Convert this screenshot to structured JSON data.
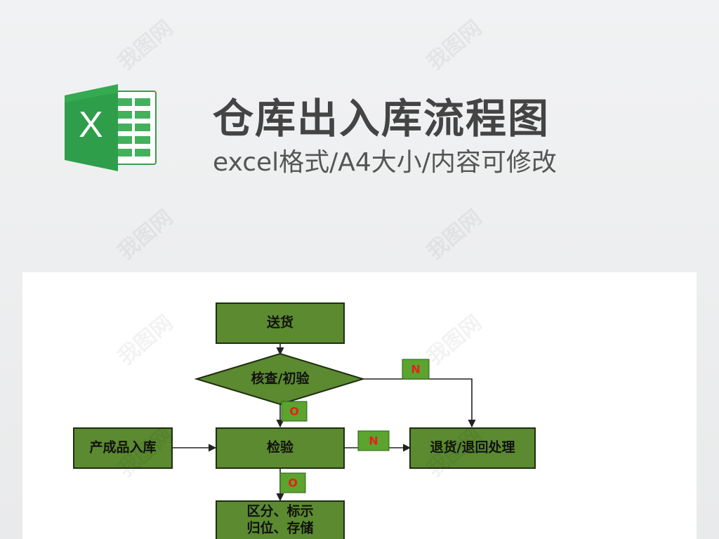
{
  "header": {
    "title": "仓库出入库流程图",
    "subtitle": "excel格式/A4大小/内容可修改",
    "logo_letter": "X",
    "logo_icon": "excel-icon"
  },
  "diagram": {
    "nodes": {
      "delivery": "送货",
      "check": "核查/初验",
      "inspect": "检验",
      "finished_goods": "产成品入库",
      "return": "退货/退回处理",
      "sort_line1": "区分、标示",
      "sort_line2": "归位、存储"
    },
    "tags": {
      "check_no": "N",
      "check_ok": "O",
      "inspect_no": "N",
      "inspect_ok": "O"
    }
  },
  "watermark": {
    "text": "我图网"
  },
  "colors": {
    "node_fill": "#5b8a30",
    "node_border": "#1e2e10",
    "tag_fill": "#5aa42f",
    "tag_text": "#e8201b",
    "title": "#444444",
    "excel_green": "#21a366"
  }
}
